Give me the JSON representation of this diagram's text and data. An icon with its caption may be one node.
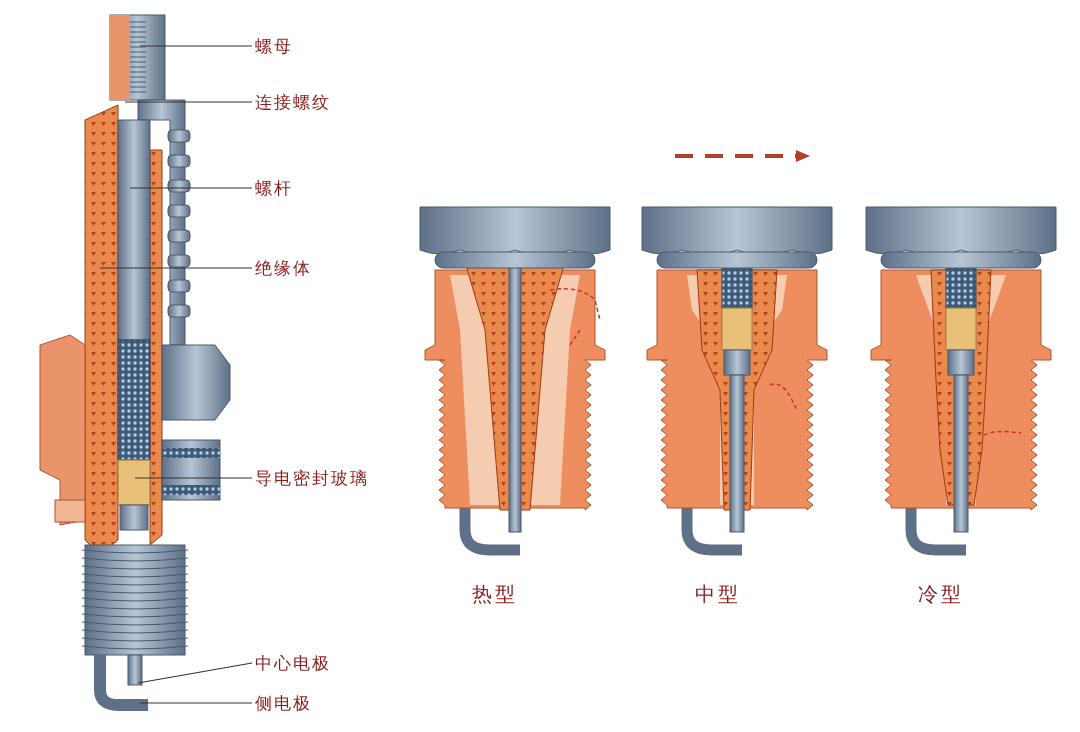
{
  "diagram": {
    "nodes": [
      {
        "text": [
          "螺母"
        ]
      },
      {
        "text": [
          "连接螺纹"
        ]
      },
      {
        "text": [
          "螺杆"
        ]
      },
      {
        "text": [
          "绝缘体"
        ]
      },
      {
        "text": [
          "导电密封玻璃"
        ]
      },
      {
        "text": [
          "中心电极"
        ]
      },
      {
        "text": [
          "侧电极"
        ]
      }
    ],
    "edges": [
      {
        "from": 0,
        "to": null,
        "arrow": "none"
      },
      {
        "from": 1,
        "to": null,
        "arrow": "none"
      },
      {
        "from": 2,
        "to": null,
        "arrow": "none"
      },
      {
        "from": 3,
        "to": null,
        "arrow": "none"
      },
      {
        "from": 4,
        "to": null,
        "arrow": "none"
      },
      {
        "from": 5,
        "to": null,
        "arrow": "none"
      },
      {
        "from": 6,
        "to": null,
        "arrow": "none"
      }
    ],
    "labels": [
      "热型",
      "中型",
      "冷型"
    ]
  }
}
